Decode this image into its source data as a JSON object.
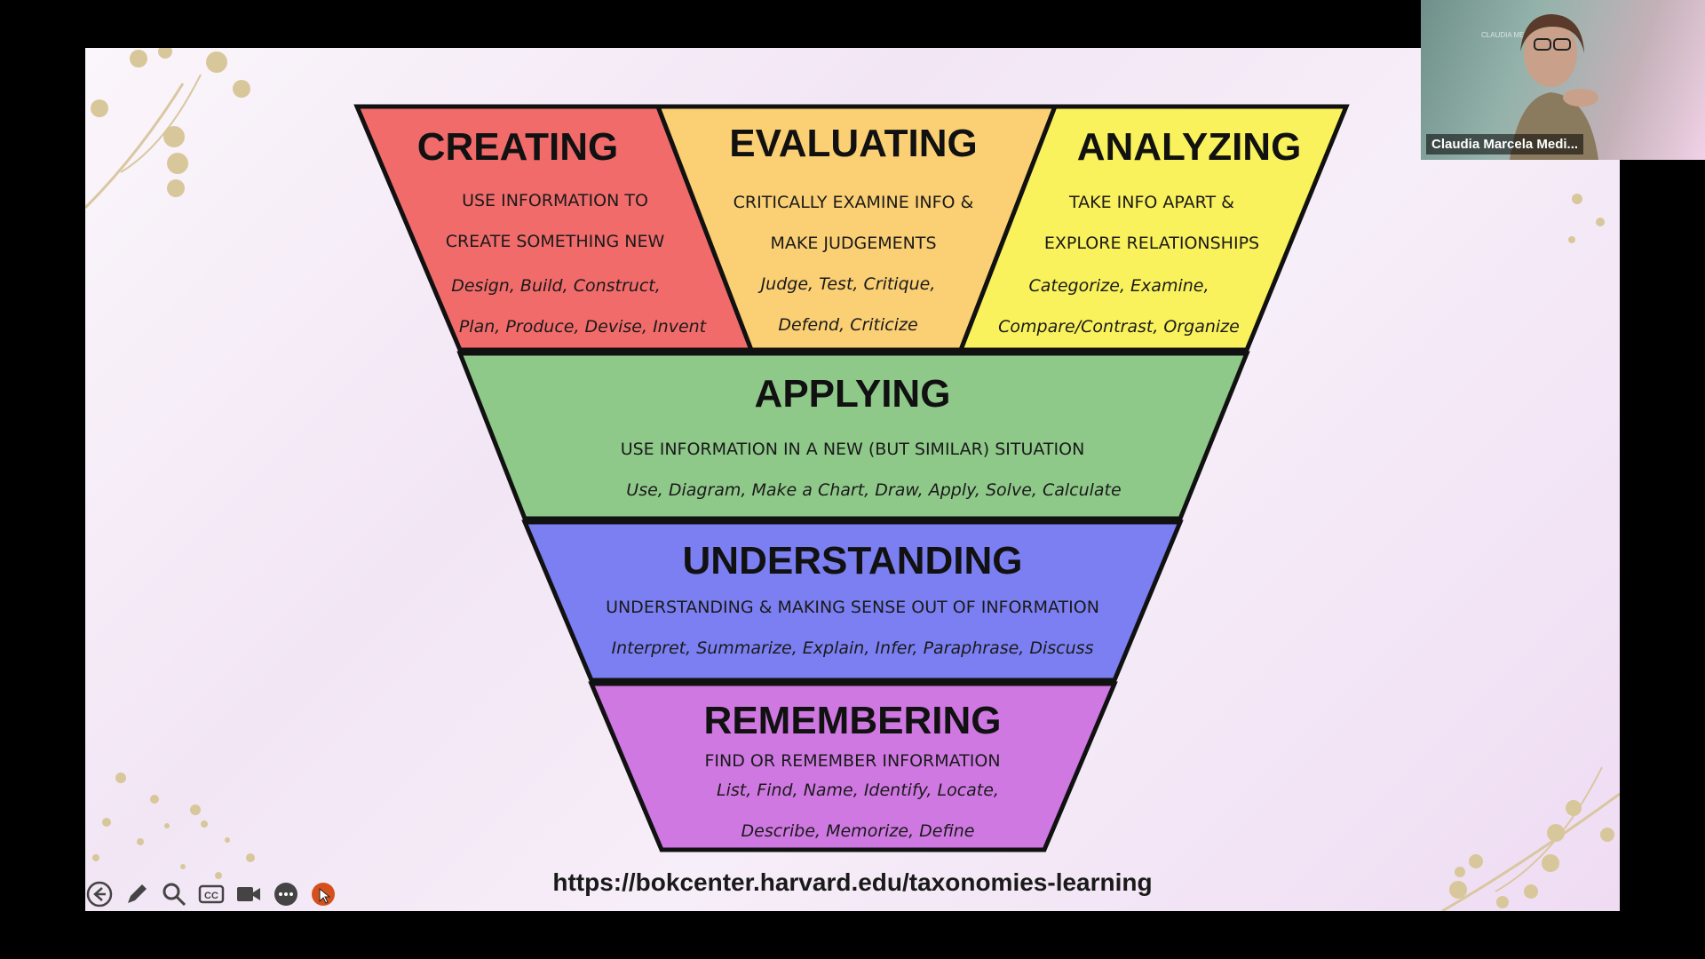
{
  "slide": {
    "url": "https://bokcenter.harvard.edu/taxonomies-learning",
    "levels": {
      "creating": {
        "title": "CREATING",
        "desc1": "USE INFORMATION TO",
        "desc2": "CREATE SOMETHING NEW",
        "ex1": "Design, Build, Construct,",
        "ex2": "Plan, Produce, Devise, Invent",
        "color": "#f26b6b"
      },
      "evaluating": {
        "title": "EVALUATING",
        "desc1": "CRITICALLY EXAMINE INFO &",
        "desc2": "MAKE JUDGEMENTS",
        "ex1": "Judge, Test, Critique,",
        "ex2": "Defend, Criticize",
        "color": "#fbcf74"
      },
      "analyzing": {
        "title": "ANALYZING",
        "desc1": "TAKE INFO APART &",
        "desc2": "EXPLORE RELATIONSHIPS",
        "ex1": "Categorize, Examine,",
        "ex2": "Compare/Contrast, Organize",
        "color": "#f9f25c"
      },
      "applying": {
        "title": "APPLYING",
        "desc1": "USE INFORMATION IN A NEW (BUT SIMILAR) SITUATION",
        "ex1": "Use, Diagram, Make a Chart, Draw, Apply, Solve, Calculate",
        "color": "#8fc98a"
      },
      "understanding": {
        "title": "UNDERSTANDING",
        "desc1": "UNDERSTANDING & MAKING SENSE OUT OF INFORMATION",
        "ex1": "Interpret, Summarize, Explain, Infer, Paraphrase, Discuss",
        "color": "#7b7ff2"
      },
      "remembering": {
        "title": "REMEMBERING",
        "desc1": "FIND OR REMEMBER INFORMATION",
        "ex1": "List, Find, Name, Identify, Locate,",
        "ex2": "Describe, Memorize, Define",
        "color": "#cf78e2"
      }
    }
  },
  "toolbar": {
    "icons": [
      "back-arrow-icon",
      "pencil-icon",
      "magnifier-icon",
      "closed-captions-icon",
      "video-camera-icon",
      "more-icon",
      "pointer-icon"
    ]
  },
  "video": {
    "participant_name": "Claudia Marcela Medi...",
    "logo_text": "CLAUDIA MEDINA"
  }
}
